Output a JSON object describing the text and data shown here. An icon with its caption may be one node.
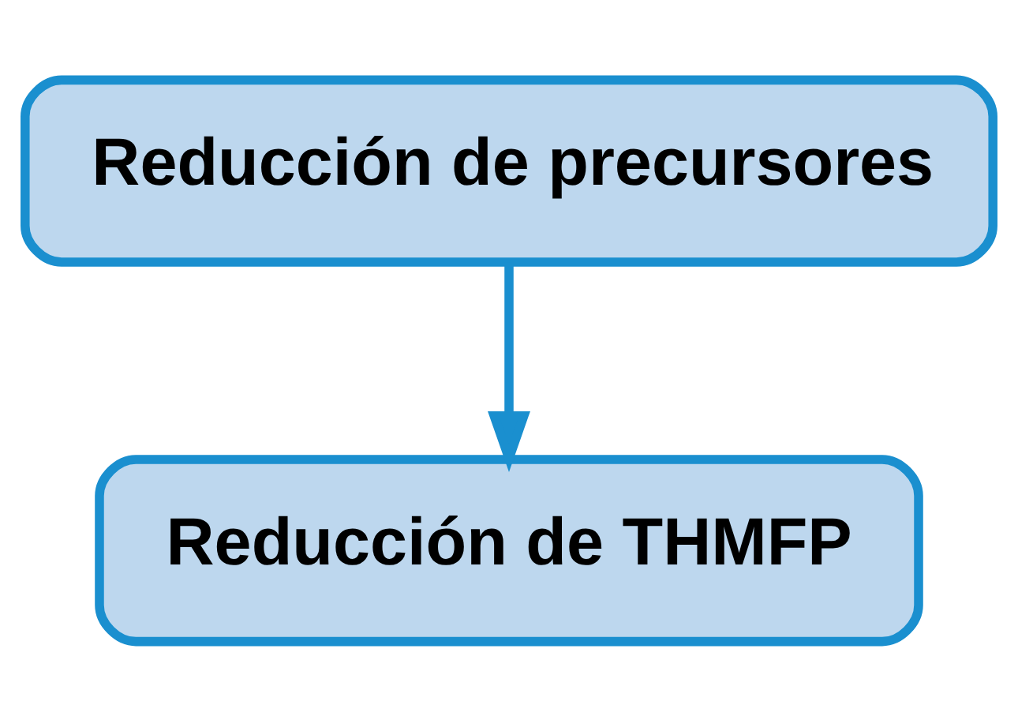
{
  "diagram": {
    "nodes": [
      {
        "text": [
          "Reducción de precursores"
        ]
      },
      {
        "text": [
          "Reducción de THMFP"
        ]
      }
    ],
    "edges": [
      {
        "from": 0,
        "to": 1,
        "arrow": "to"
      }
    ]
  }
}
